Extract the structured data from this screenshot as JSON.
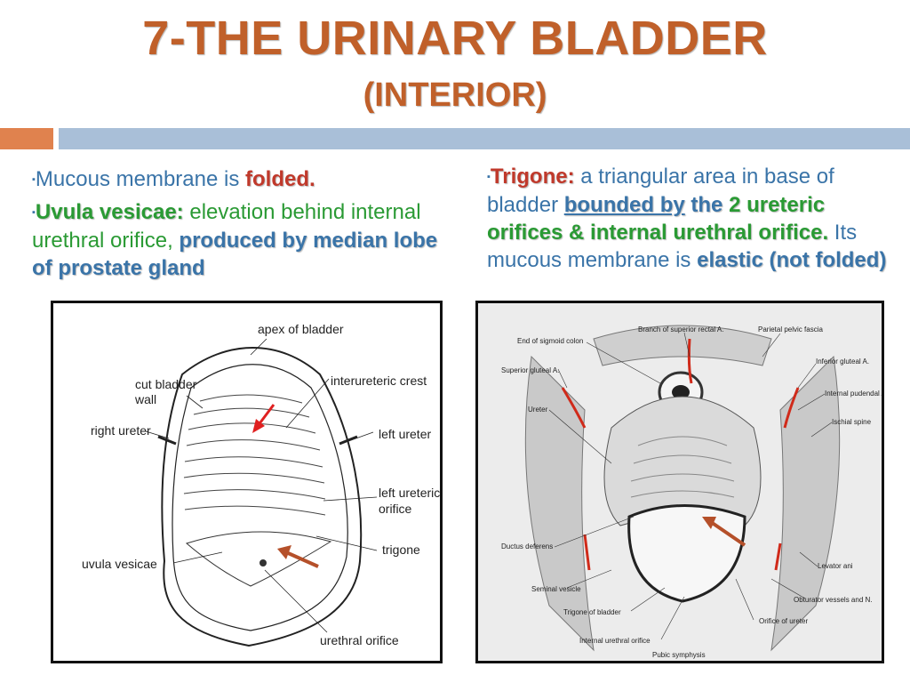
{
  "title": {
    "line1": "7-THE URINARY BLADDER",
    "line2": "(INTERIOR)"
  },
  "left_text": {
    "bullet1": {
      "pre": "Mucous membrane is ",
      "em": "folded."
    },
    "bullet2": {
      "term": "Uvula vesicae:",
      "desc": " elevation behind internal urethral orifice, ",
      "em": "produced by median lobe of prostate gland"
    }
  },
  "right_text": {
    "term": "Trigone:",
    "t1": " a triangular area in base of bladder ",
    "bounded": "bounded by",
    "the": " the",
    "orifices": "2 ureteric orifices & internal urethral orifice.",
    "t2": " Its mucous membrane is ",
    "elastic": "elastic (not folded)"
  },
  "figure_left": {
    "labels": {
      "apex": "apex of bladder",
      "cut1": "cut bladder",
      "cut2": "wall",
      "interureteric": "interureteric crest",
      "right_ureter": "right ureter",
      "left_ureter": "left ureter",
      "left_ureteric1": "left ureteric",
      "left_ureteric2": "orifice",
      "trigone": "trigone",
      "uvula": "uvula vesicae",
      "urethral": "urethral orifice"
    }
  },
  "figure_right": {
    "labels": {
      "sup_rectal": "Branch of superior rectal A.",
      "parietal": "Parietal pelvic fascia",
      "sigmoid": "End of sigmoid colon",
      "sup_gluteal": "Superior gluteal A.",
      "inf_gluteal": "Inferior gluteal A.",
      "int_pudendal": "Internal pudendal A.",
      "ischial": "Ischial spine",
      "ureter": "Ureter",
      "ductus": "Ductus deferens",
      "levator": "Levator ani",
      "seminal": "Seminal vesicle",
      "obturator": "Obturator vessels and N.",
      "trigone": "Trigone of bladder",
      "orifice_ureter": "Orifice of ureter",
      "int_urethral": "Internal urethral orifice",
      "pubic": "Pubic symphysis"
    }
  },
  "colors": {
    "title": "#c0602a",
    "body_text": "#3a74a8",
    "emphasis_red": "#c0392b",
    "emphasis_green": "#2a9a34",
    "bar_orange": "#e0824e",
    "bar_blue": "#a9bfd8"
  }
}
